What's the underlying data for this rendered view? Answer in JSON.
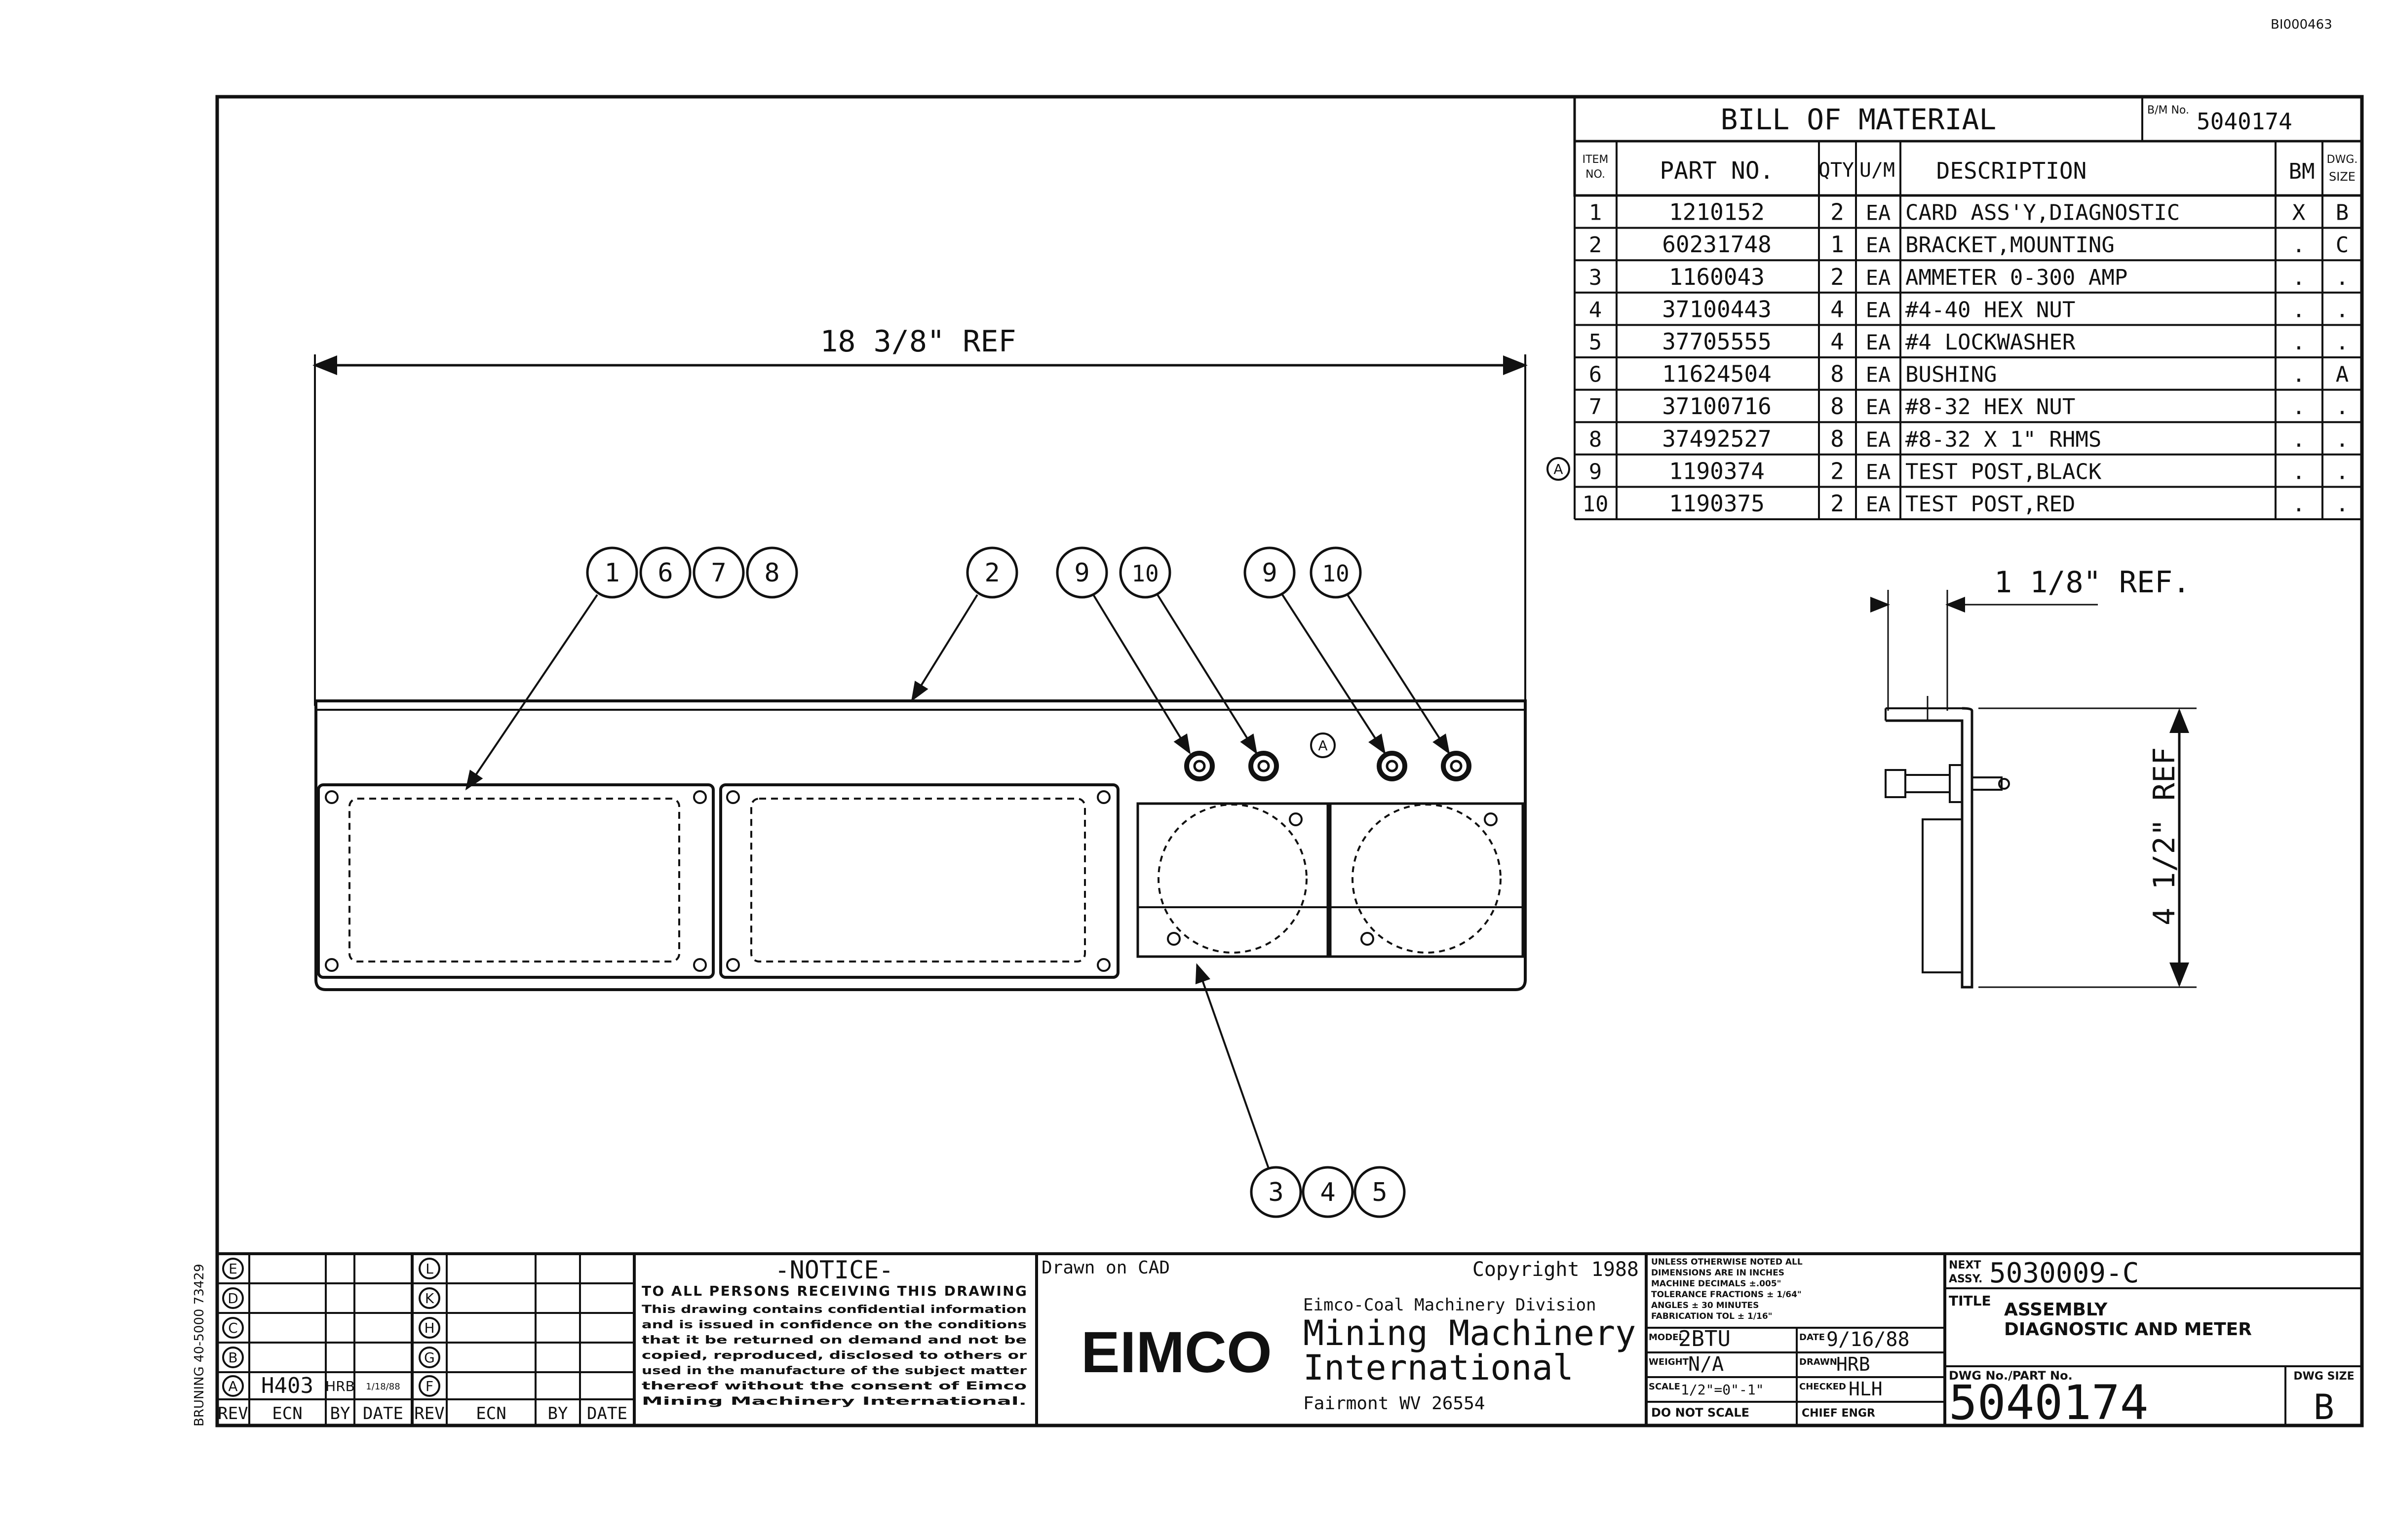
{
  "corner_stamp": "BI000463",
  "side_stamp": "BRUNING 40-5000 73429",
  "bom": {
    "title": "BILL OF MATERIAL",
    "bm_no_label": "B/M No.",
    "bm_no": "5040174",
    "headers": {
      "item": "ITEM NO.",
      "part": "PART NO.",
      "qty": "QTY",
      "um": "U/M",
      "desc": "DESCRIPTION",
      "bm": "BM",
      "size": "DWG. SIZE"
    },
    "rows": [
      {
        "item": "1",
        "part": "1210152",
        "qty": "2",
        "um": "EA",
        "desc": "CARD ASS'Y,DIAGNOSTIC",
        "bm": "X",
        "size": "B"
      },
      {
        "item": "2",
        "part": "60231748",
        "qty": "1",
        "um": "EA",
        "desc": "BRACKET,MOUNTING",
        "bm": ".",
        "size": "C"
      },
      {
        "item": "3",
        "part": "1160043",
        "qty": "2",
        "um": "EA",
        "desc": "AMMETER 0-300 AMP",
        "bm": ".",
        "size": "."
      },
      {
        "item": "4",
        "part": "37100443",
        "qty": "4",
        "um": "EA",
        "desc": "#4-40 HEX NUT",
        "bm": ".",
        "size": "."
      },
      {
        "item": "5",
        "part": "37705555",
        "qty": "4",
        "um": "EA",
        "desc": "#4 LOCKWASHER",
        "bm": ".",
        "size": "."
      },
      {
        "item": "6",
        "part": "11624504",
        "qty": "8",
        "um": "EA",
        "desc": "BUSHING",
        "bm": ".",
        "size": "A"
      },
      {
        "item": "7",
        "part": "37100716",
        "qty": "8",
        "um": "EA",
        "desc": "#8-32 HEX NUT",
        "bm": ".",
        "size": "."
      },
      {
        "item": "8",
        "part": "37492527",
        "qty": "8",
        "um": "EA",
        "desc": "#8-32 X 1\" RHMS",
        "bm": ".",
        "size": "."
      },
      {
        "item": "9",
        "part": "1190374",
        "qty": "2",
        "um": "EA",
        "desc": "TEST POST,BLACK",
        "bm": ".",
        "size": "."
      },
      {
        "item": "10",
        "part": "1190375",
        "qty": "2",
        "um": "EA",
        "desc": "TEST POST,RED",
        "bm": ".",
        "size": "."
      }
    ],
    "revision_flag": "A"
  },
  "drawing": {
    "width_dim": "18 3/8\" REF",
    "side_dim_top": "1 1/8\" REF.",
    "side_dim_height": "4 1/2\" REF",
    "rev_marker": "A",
    "balloons_group1": [
      "1",
      "6",
      "7",
      "8"
    ],
    "balloon_bracket": "2",
    "balloons_posts_left": [
      "9",
      "10"
    ],
    "balloons_posts_right": [
      "9",
      "10"
    ],
    "balloons_meter": [
      "3",
      "4",
      "5"
    ]
  },
  "revisions": {
    "left_letters": [
      "E",
      "D",
      "C",
      "B",
      "A"
    ],
    "right_letters": [
      "L",
      "K",
      "H",
      "G",
      "F"
    ],
    "row_a": {
      "ecn": "H403",
      "by": "HRB",
      "date": "1/18/88"
    },
    "headers": [
      "REV",
      "ECN",
      "BY",
      "DATE",
      "REV",
      "ECN",
      "BY",
      "DATE"
    ]
  },
  "notice": {
    "title": "-NOTICE-",
    "lead": "TO ALL PERSONS RECEIVING THIS DRAWING",
    "body": [
      "This drawing contains confidential information",
      "and is issued in confidence on the conditions",
      "that it be returned on demand and not be",
      "copied, reproduced, disclosed to others or",
      "used in the manufacture of the subject matter",
      "thereof without the consent of Eimco",
      "Mining Machinery International."
    ]
  },
  "company": {
    "drawn_on": "Drawn on CAD",
    "copyright": "Copyright 1988",
    "division": "Eimco-Coal Machinery Division",
    "logo": "EIMCO",
    "name_line1": "Mining Machinery",
    "name_line2": "International",
    "address": "Fairmont WV 26554"
  },
  "tolerances": {
    "lines": [
      "UNLESS OTHERWISE NOTED ALL",
      "DIMENSIONS ARE IN INCHES",
      "MACHINE   DECIMALS ±.005\"",
      "TOLERANCE FRACTIONS ± 1/64\"",
      "          ANGLES ± 30 MINUTES",
      "FABRICATION TOL ± 1/16\""
    ],
    "model_label": "MODEL",
    "model": "2BTU",
    "date_label": "DATE",
    "date": "9/16/88",
    "weight_label": "WEIGHT",
    "weight": "N/A",
    "drawn_label": "DRAWN",
    "drawn": "HRB",
    "scale_label": "SCALE",
    "scale": "1/2\"=0\"-1\"",
    "checked_label": "CHECKED",
    "checked": "HLH",
    "do_not_scale": "DO NOT SCALE",
    "chief_eng_label": "CHIEF ENGR"
  },
  "title_block": {
    "next_assy_label": "NEXT ASSY.",
    "next_assy": "5030009-C",
    "title_label": "TITLE",
    "title_line1": "ASSEMBLY",
    "title_line2": "DIAGNOSTIC AND METER",
    "dwg_no_label": "DWG No./PART No.",
    "dwg_no": "5040174",
    "size_label": "DWG SIZE",
    "size": "B"
  }
}
